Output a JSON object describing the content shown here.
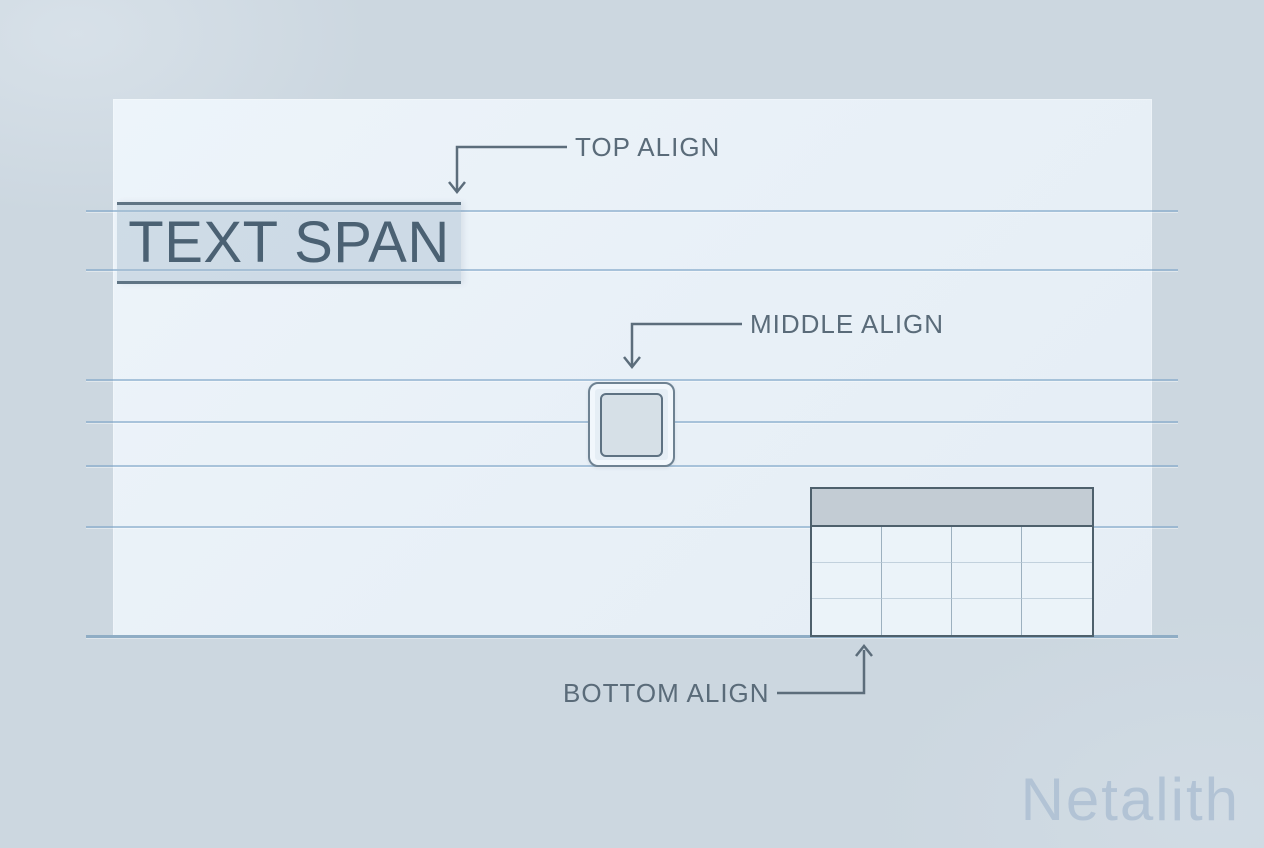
{
  "diagram": {
    "labels": {
      "top_align": "TOP ALIGN",
      "middle_align": "MIDDLE ALIGN",
      "bottom_align": "BOTTOM ALIGN"
    },
    "text_span_label": "TEXT SPAN",
    "watermark": "Netalith",
    "table": {
      "rows": 3,
      "cols": 4
    },
    "colors": {
      "background": "#ccd7e0",
      "panel": "#e8f0f7",
      "rule": "rgba(124,164,198,0.6)",
      "rule_strong": "#8fadc5",
      "label_text": "#5a6b79",
      "connector": "#5c6d7b",
      "span_text": "#4b6173",
      "span_border": "#5f7484",
      "span_fill": "rgba(164,186,204,0.42)",
      "square_outer_border": "#6e8292",
      "square_outer_fill": "#e5eef5",
      "square_inner_border": "#5e7282",
      "square_inner_fill": "#d6e0e7",
      "table_border": "#4e606c",
      "table_header_fill": "#c3ccd4",
      "table_cell_fill": "#ebf3f9",
      "table_col_line": "#9cb0bf",
      "table_row_line": "#c2d1dd",
      "watermark": "#b2c3d5"
    }
  }
}
